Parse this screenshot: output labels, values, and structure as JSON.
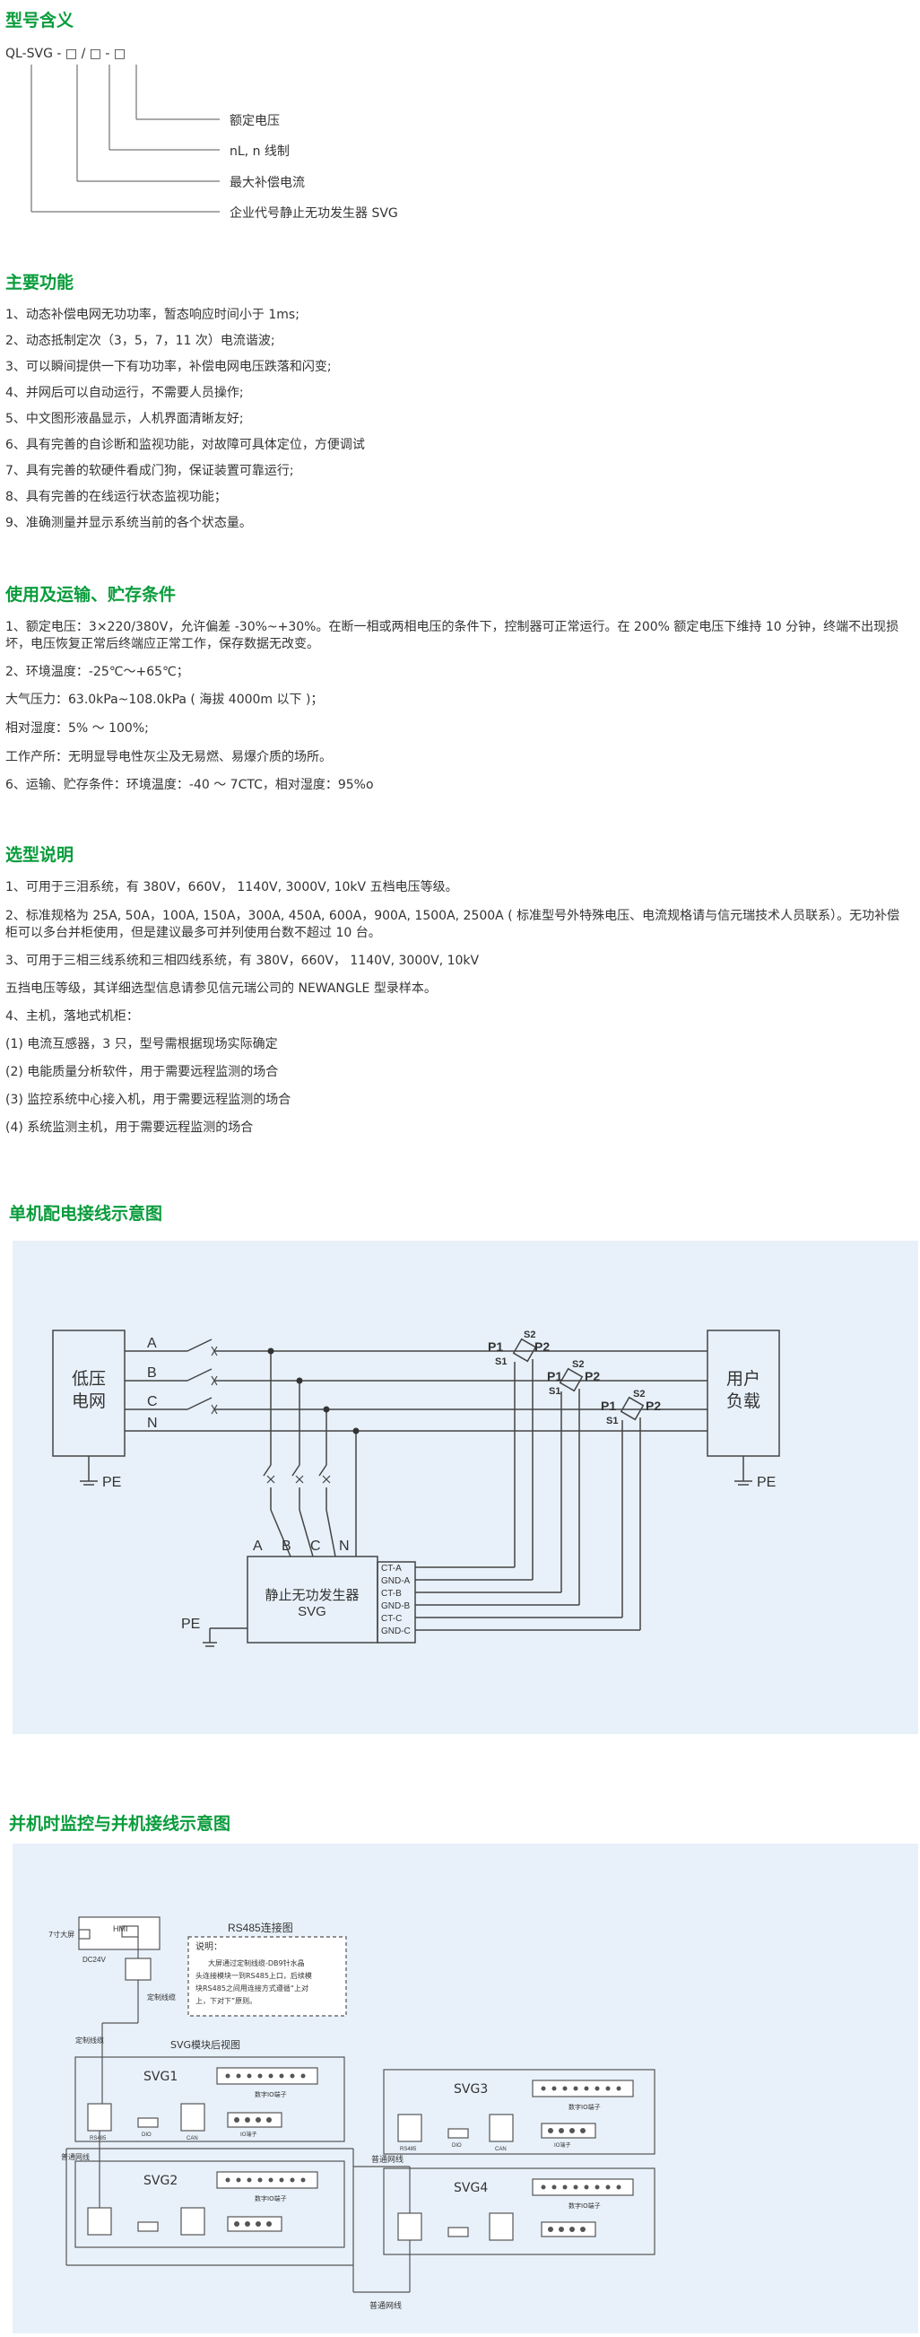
{
  "model": {
    "title": "型号含义",
    "code": "QL-SVG - □ / □ - □",
    "legend": [
      "额定电压",
      "nL, n 线制",
      "最大补偿电流",
      "企业代号静止无功发生器 SVG"
    ]
  },
  "functions": {
    "title": "主要功能",
    "items": [
      "1、动态补偿电网无功功率，暂态响应时间小于 1ms;",
      "2、动态抵制定次（3，5，7，11 次）电流谐波;",
      "3、可以瞬间提供一下有功功率，补偿电网电压跌落和闪变;",
      "4、并网后可以自动运行，不需要人员操作;",
      "5、中文图形液晶显示，人机界面清晰友好;",
      "6、具有完善的自诊断和监视功能，对故障可具体定位，方便调试",
      "7、具有完善的软硬件看成门狗，保证装置可靠运行;",
      "8、具有完善的在线运行状态监视功能；",
      "9、准确测量并显示系统当前的各个状态量。"
    ]
  },
  "conditions": {
    "title": "使用及运输、贮存条件",
    "items": [
      "1、额定电压：3×220/380V，允许偏差 -30%~+30%。在断一相或两相电压的条件下，控制器可正常运行。在 200% 额定电压下维持 10 分钟，终端不出现损坏，电压恢复正常后终端应正常工作，保存数据无改变。",
      "2、环境温度：-25℃～+65℃；",
      "大气压力：63.0kPa~108.0kPa ( 海拔 4000m 以下 )；",
      "相对湿度：5% ～ 100%;",
      "工作产所：无明显导电性灰尘及无易燃、易爆介质的场所。",
      "6、运输、贮存条件：环境温度：-40 ～ 7CTC，相对湿度：95%o"
    ]
  },
  "selection": {
    "title": "选型说明",
    "items": [
      "1、可用于三泪系统，有 380V，660V，   1140V, 3000V, 10kV 五档电压等级。",
      "2、标准规格为 25A, 50A，100A, 150A，300A, 450A, 600A，900A, 1500A, 2500A ( 标准型号外特殊电压、电流规格请与信元瑞技术人员联系）。无功补偿柜可以多台并柜使用，但是建议最多可并列使用台数不超过 10 台。",
      "3、可用于三相三线系统和三相四线系统，有 380V，660V，   1140V, 3000V, 10kV",
      "五挡电压等级，其详细选型信息请参见信元瑞公司的 NEWANGLE 型录样本。",
      "4、主机，落地式机柜：",
      "(1) 电流互感器，3 只，型号需根据现场实际确定",
      "(2) 电能质量分析软件，用于需要远程监测的场合",
      "(3) 监控系统中心接入机，用于需要远程监测的场合",
      "(4) 系统监测主机，用于需要远程监测的场合"
    ]
  },
  "diagram1": {
    "title": "单机配电接线示意图",
    "source": "低压\n电网",
    "load": "用户\n负载",
    "phases": [
      "A",
      "B",
      "C",
      "N"
    ],
    "pe": "PE",
    "ct_labels": [
      "P1",
      "S1",
      "S2",
      "P2"
    ],
    "svg_name": "静止无功发生器",
    "svg_sub": "SVG",
    "terminals": [
      "CT-A",
      "GND-A",
      "CT-B",
      "GND-B",
      "CT-C",
      "GND-C"
    ]
  },
  "diagram2": {
    "title": "并机时监控与并机接线示意图",
    "hmi": "HMI",
    "screen": "7寸大屏",
    "dc": "DC24V",
    "rs485": "RS485连接图",
    "note_title": "说明：",
    "note_lines": [
      "大屏通过定制线缆-DB9针水晶",
      "头连接模块一到RS485上口，后续模",
      "块RS485之间用连接方式遵循“上对",
      "上，下对下”原则。"
    ],
    "custom_cable": "定制线缆",
    "custom_cable2": "定制线缆",
    "module_rear": "SVG模块后视图",
    "modules": [
      "SVG1",
      "SVG2",
      "SVG3",
      "SVG4"
    ],
    "io_label": "数字IO端子",
    "port_labels": [
      "RS485",
      "DIO",
      "CAN",
      "IO端子"
    ],
    "parallel_cable": "普通网线"
  }
}
